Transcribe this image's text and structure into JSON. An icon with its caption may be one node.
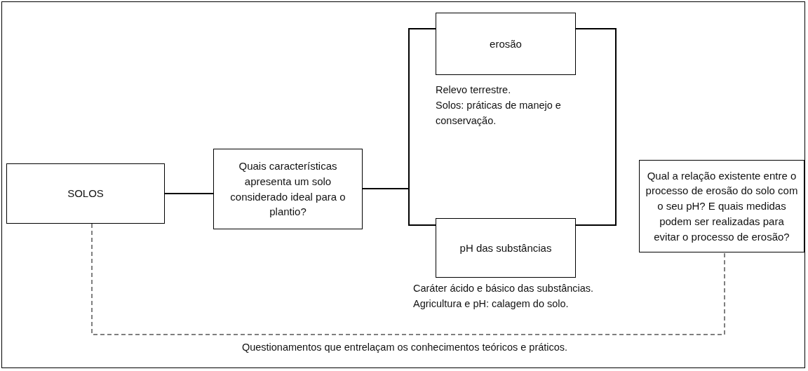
{
  "diagram": {
    "nodes": [
      {
        "text": [
          "SOLOS"
        ]
      },
      {
        "text": [
          "Quais características apresenta um solo considerado ideal para o plantio?"
        ]
      },
      {
        "text": [
          "erosão"
        ],
        "beside": [
          "Relevo terrestre.",
          "Solos: práticas de manejo e conservação."
        ]
      },
      {
        "text": [
          "pH das substâncias"
        ],
        "beside": [
          "Caráter ácido e básico das substâncias.",
          "Agricultura e pH: calagem do solo."
        ]
      },
      {
        "text": [
          "Qual a relação existente entre o processo de erosão do solo com o seu pH? E quais medidas podem ser realizadas para evitar o processo de erosão?"
        ]
      }
    ],
    "edges": [
      {
        "from": 0,
        "to": 1,
        "arrow": "none"
      },
      {
        "from": 1,
        "to": 2,
        "arrow": "none"
      },
      {
        "from": 1,
        "to": 3,
        "arrow": "none"
      },
      {
        "from": 2,
        "to": 3,
        "arrow": "none"
      },
      {
        "from": 0,
        "to": 4,
        "arrow": "none",
        "style": "dashed",
        "label": "Questionamentos que entrelaçam os conhecimentos teóricos e práticos."
      }
    ]
  }
}
